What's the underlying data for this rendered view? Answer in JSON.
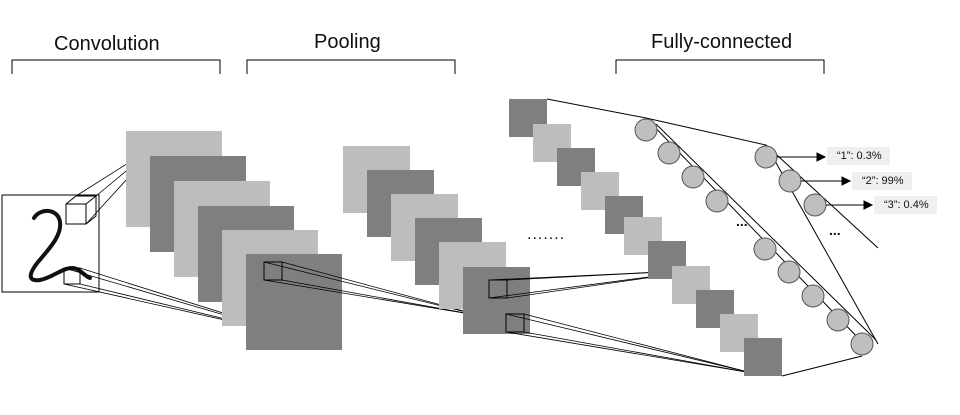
{
  "stages": {
    "convolution": "Convolution",
    "pooling": "Pooling",
    "fully_connected": "Fully-connected"
  },
  "ellipsis": ".......",
  "hidden_ellipsis": "...",
  "outputs": [
    {
      "label": "“1”: 0.3%"
    },
    {
      "label": "“2”: 99%"
    },
    {
      "label": "“3”: 0.4%"
    }
  ],
  "colors": {
    "light_map": "#bdbdbd",
    "dark_map": "#7f7f7f",
    "node_fill": "#bfbfbf",
    "line": "#000000",
    "label_bg": "#efefef"
  },
  "icons": {
    "input_image": "handwritten-digit-2"
  }
}
